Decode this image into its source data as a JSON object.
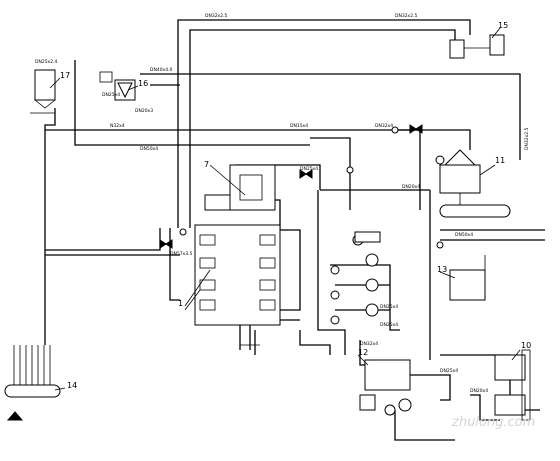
{
  "equipment_numbers": {
    "n1": "1",
    "n7": "7",
    "n10": "10",
    "n11": "11",
    "n12": "12",
    "n13": "13",
    "n14": "14",
    "n15": "15",
    "n16": "16",
    "n17": "17"
  },
  "pipe_labels": {
    "top_main": "DN32x2.5",
    "top_right": "DN32x2.5",
    "left_top": "DN25x2.4",
    "eq16_top": "DN40x4.0",
    "eq16_mid": "DN25x4",
    "eq16_out": "DN20x3",
    "nitrogen": "N32x4",
    "mid_horiz": "DN15x4",
    "mid_right": "DN32x4",
    "right_vert": "DN32x2.5",
    "dn25": "DN25x4",
    "dn20": "DN20x4",
    "eq11_out": "DN50x4",
    "dn57": "DN57x3.5",
    "pump_a": "DN25x4",
    "pump_b": "DN25x4",
    "bottom_a": "DN25x4",
    "bottom_b": "DN20x4",
    "dn50": "DN50x4",
    "dn32": "DN32x4"
  },
  "watermark": "zhulong.com"
}
